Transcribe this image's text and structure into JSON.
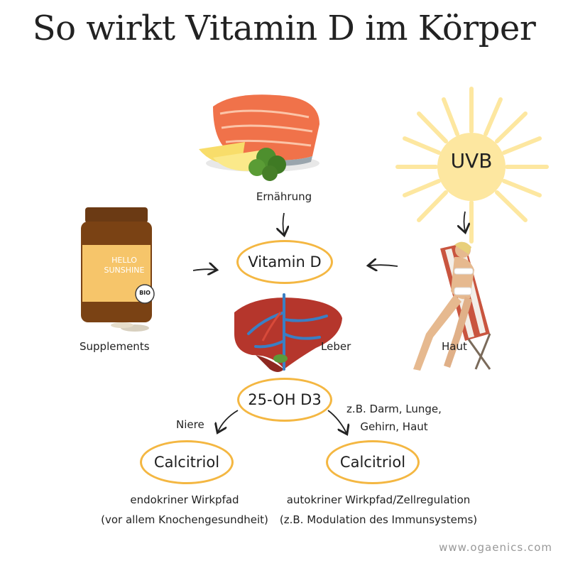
{
  "title": "So wirkt Vitamin D im Körper",
  "sources": {
    "nutrition": "Ernährung",
    "supplements": "Supplements",
    "skin": "Haut",
    "sun": "UVB"
  },
  "supplement_jar": {
    "label_line1": "HELLO",
    "label_line2": "SUNSHINE",
    "badge": "BIO"
  },
  "center": {
    "vitamin_d": "Vitamin D",
    "liver": "Leber",
    "metabolite": "25-OH D3"
  },
  "branches": {
    "kidney": "Niere",
    "tissues_line1": "z.B. Darm, Lunge,",
    "tissues_line2": "Gehirn, Haut",
    "left_result": "Calcitriol",
    "right_result": "Calcitriol",
    "left_desc_line1": "endokriner Wirkpfad",
    "left_desc_line2": "(vor allem Knochengesundheit)",
    "right_desc_line1": "autokriner Wirkpfad/Zellregulation",
    "right_desc_line2": "(z.B. Modulation des Immunsystems)"
  },
  "website": "www.ogaenics.com",
  "colors": {
    "accent_yellow": "#f4b742",
    "sun_yellow": "#fde7a0",
    "salmon": "#f0724a",
    "liver": "#b5362c",
    "vessel_blue": "#3a7fc4"
  }
}
